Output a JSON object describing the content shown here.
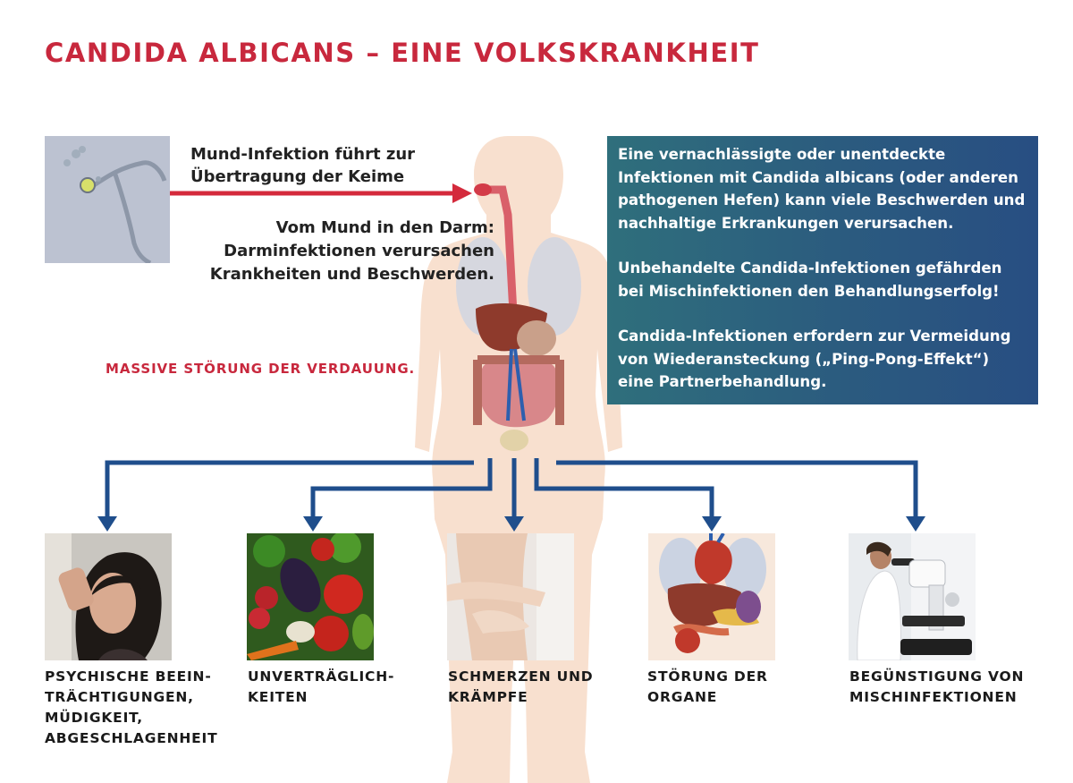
{
  "title": "CANDIDA ALBICANS – EINE VOLKSKRANKHEIT",
  "mouth_infection": "Mund-Infektion führt zur\nÜbertragung der Keime",
  "intestine_infection": "Vom Mund in den Darm:\nDarminfektionen verursachen\nKrankheiten und Beschwerden.",
  "digestion_disorder": "MASSIVE STÖRUNG DER VERDAUUNG.",
  "info_box": [
    "Eine vernachlässigte oder unentdeckte Infektionen mit Candida albicans (oder anderen pathogenen Hefen) kann viele Beschwerden und nachhaltige Erkrankungen verursachen.",
    "Unbehandelte Candida-Infektionen gefährden bei Mischinfektionen den Behandlungserfolg!",
    "Candida-Infektionen erfordern zur Vermeidung von Wiederansteckung („Ping-Pong-Effekt“) eine Partnerbehandlung."
  ],
  "consequences": [
    {
      "caption": "PSYCHISCHE BEEIN-\nTRÄCHTIGUNGEN,\nMÜDIGKEIT,\nABGESCHLAGENHEIT",
      "image": "exhausted-woman-photo"
    },
    {
      "caption": "UNVERTRÄGLICH-\nKEITEN",
      "image": "vegetables-photo"
    },
    {
      "caption": "SCHMERZEN UND\nKRÄMPFE",
      "image": "abdominal-pain-photo"
    },
    {
      "caption": "STÖRUNG DER\nORGANE",
      "image": "organs-illustration"
    },
    {
      "caption": "BEGÜNSTIGUNG VON\nMISCHINFEKTIONEN",
      "image": "microscope-photo"
    }
  ],
  "colors": {
    "title_red": "#c8283d",
    "arrow_red": "#d42a3c",
    "arrow_blue": "#1f4e8c",
    "box_start": "#2f6f7c",
    "box_end": "#284e82",
    "skin": "#f8dcc8"
  }
}
